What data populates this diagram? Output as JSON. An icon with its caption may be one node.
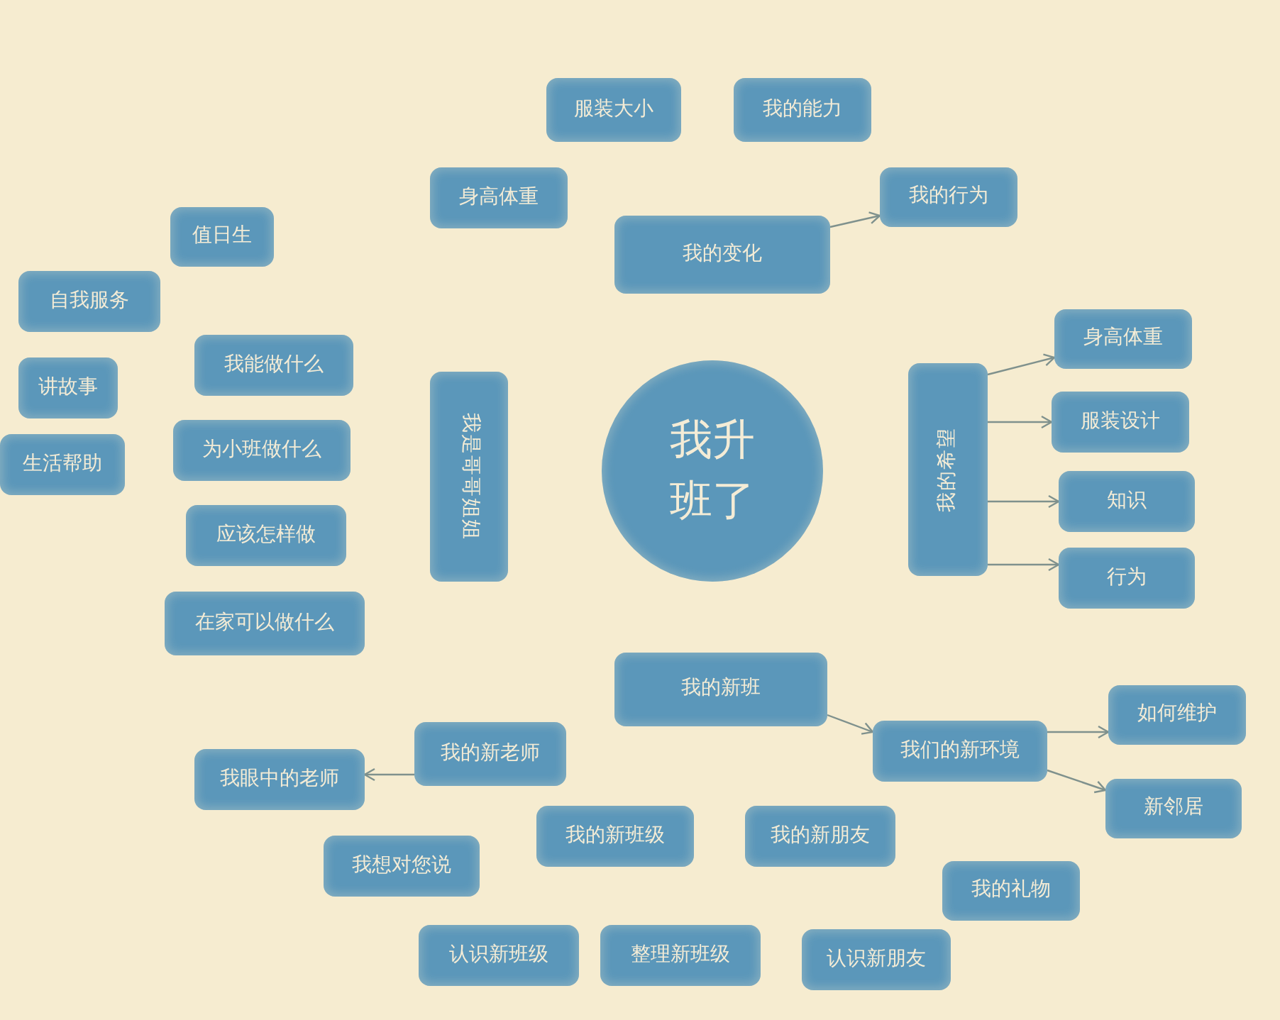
{
  "diagram": {
    "nodes": [
      {
        "text": [
          "服装大小"
        ]
      },
      {
        "text": [
          "我的能力"
        ]
      },
      {
        "text": [
          "身高体重"
        ]
      },
      {
        "text": [
          "我的行为"
        ]
      },
      {
        "text": [
          "值日生"
        ]
      },
      {
        "text": [
          "我的变化"
        ]
      },
      {
        "text": [
          "自我服务"
        ]
      },
      {
        "text": [
          "身高体重"
        ]
      },
      {
        "text": [
          "我能做什么"
        ]
      },
      {
        "text": [
          "讲故事"
        ]
      },
      {
        "text": [
          "我是哥哥姐姐"
        ]
      },
      {
        "text": [
          "我升班了"
        ]
      },
      {
        "text": [
          "我的希望"
        ]
      },
      {
        "text": [
          "服装设计"
        ]
      },
      {
        "text": [
          "为小班做什么"
        ]
      },
      {
        "text": [
          "生活帮助"
        ]
      },
      {
        "text": [
          "知识"
        ]
      },
      {
        "text": [
          "应该怎样做"
        ]
      },
      {
        "text": [
          "行为"
        ]
      },
      {
        "text": [
          "在家可以做什么"
        ]
      },
      {
        "text": [
          "我的新班"
        ]
      },
      {
        "text": [
          "如何维护"
        ]
      },
      {
        "text": [
          "我的新老师"
        ]
      },
      {
        "text": [
          "我们的新环境"
        ]
      },
      {
        "text": [
          "我眼中的老师"
        ]
      },
      {
        "text": [
          "新邻居"
        ]
      },
      {
        "text": [
          "我的新班级"
        ]
      },
      {
        "text": [
          "我的新朋友"
        ]
      },
      {
        "text": [
          "我想对您说"
        ]
      },
      {
        "text": [
          "我的礼物"
        ]
      },
      {
        "text": [
          "认识新班级"
        ]
      },
      {
        "text": [
          "整理新班级"
        ]
      },
      {
        "text": [
          "认识新朋友"
        ]
      }
    ],
    "edges": [
      {
        "from": 5,
        "to": 3,
        "arrow": "to"
      },
      {
        "from": 12,
        "to": 7,
        "arrow": "to"
      },
      {
        "from": 12,
        "to": 13,
        "arrow": "to"
      },
      {
        "from": 12,
        "to": 16,
        "arrow": "to"
      },
      {
        "from": 12,
        "to": 18,
        "arrow": "to"
      },
      {
        "from": 20,
        "to": 23,
        "arrow": "to"
      },
      {
        "from": 23,
        "to": 21,
        "arrow": "to"
      },
      {
        "from": 23,
        "to": 25,
        "arrow": "to"
      },
      {
        "from": 22,
        "to": 24,
        "arrow": "to"
      }
    ]
  }
}
